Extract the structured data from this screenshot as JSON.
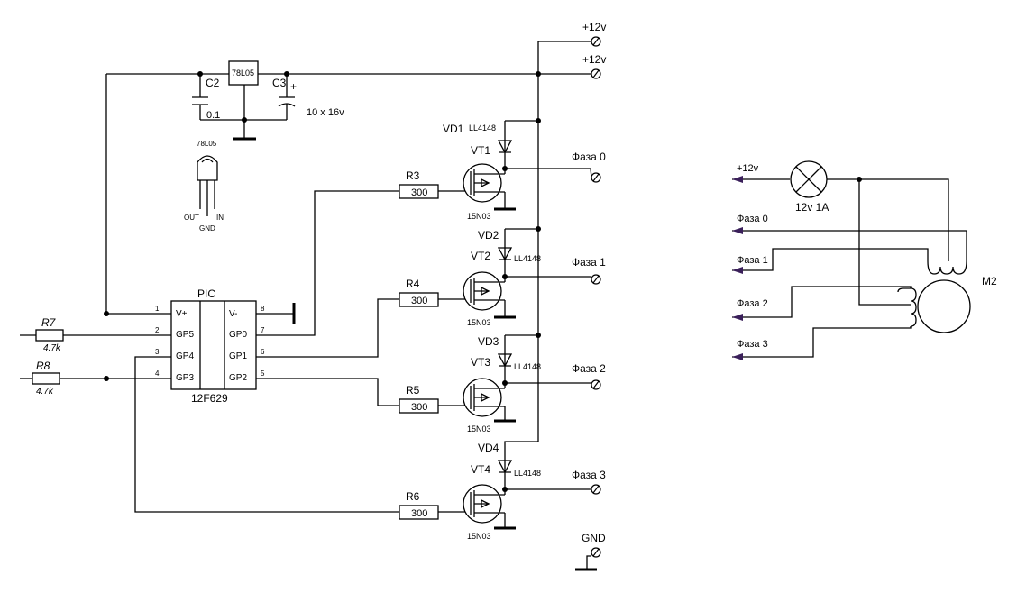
{
  "power": {
    "plus12_top": "+12v",
    "plus12_second": "+12v",
    "gnd": "GND"
  },
  "regulator": {
    "name": "78L05",
    "package_label": "78L05",
    "pin_out": "OUT",
    "pin_in": "IN",
    "pin_gnd": "GND"
  },
  "capacitors": {
    "c2": {
      "ref": "C2",
      "value": "0.1"
    },
    "c3": {
      "ref": "C3",
      "value": "10 x 16v",
      "polarity": "+"
    }
  },
  "mcu": {
    "title": "PIC",
    "part": "12F629",
    "pins": [
      {
        "num": "1",
        "name": "V+"
      },
      {
        "num": "2",
        "name": "GP5"
      },
      {
        "num": "3",
        "name": "GP4"
      },
      {
        "num": "4",
        "name": "GP3"
      },
      {
        "num": "8",
        "name": "V-"
      },
      {
        "num": "7",
        "name": "GP0"
      },
      {
        "num": "6",
        "name": "GP1"
      },
      {
        "num": "5",
        "name": "GP2"
      }
    ]
  },
  "resistors": {
    "r7": {
      "ref": "R7",
      "value": "4.7k"
    },
    "r8": {
      "ref": "R8",
      "value": "4.7k"
    },
    "r3": {
      "ref": "R3",
      "value": "300"
    },
    "r4": {
      "ref": "R4",
      "value": "300"
    },
    "r5": {
      "ref": "R5",
      "value": "300"
    },
    "r6": {
      "ref": "R6",
      "value": "300"
    }
  },
  "stages": [
    {
      "vd": "VD1",
      "vt": "VT1",
      "diode": "LL4148",
      "fet": "15N03",
      "phase": "Фаза 0"
    },
    {
      "vd": "VD2",
      "vt": "VT2",
      "diode": "LL4148",
      "fet": "15N03",
      "phase": "Фаза 1"
    },
    {
      "vd": "VD3",
      "vt": "VT3",
      "diode": "LL4148",
      "fet": "15N03",
      "phase": "Фаза 2"
    },
    {
      "vd": "VD4",
      "vt": "VT4",
      "diode": "LL4148",
      "fet": "15N03",
      "phase": "Фаза 3"
    }
  ],
  "motor": {
    "plus12": "+12v",
    "lamp": "12v 1A",
    "name": "M2",
    "phases": [
      "Фаза 0",
      "Фаза 1",
      "Фаза 2",
      "Фаза 3"
    ]
  }
}
